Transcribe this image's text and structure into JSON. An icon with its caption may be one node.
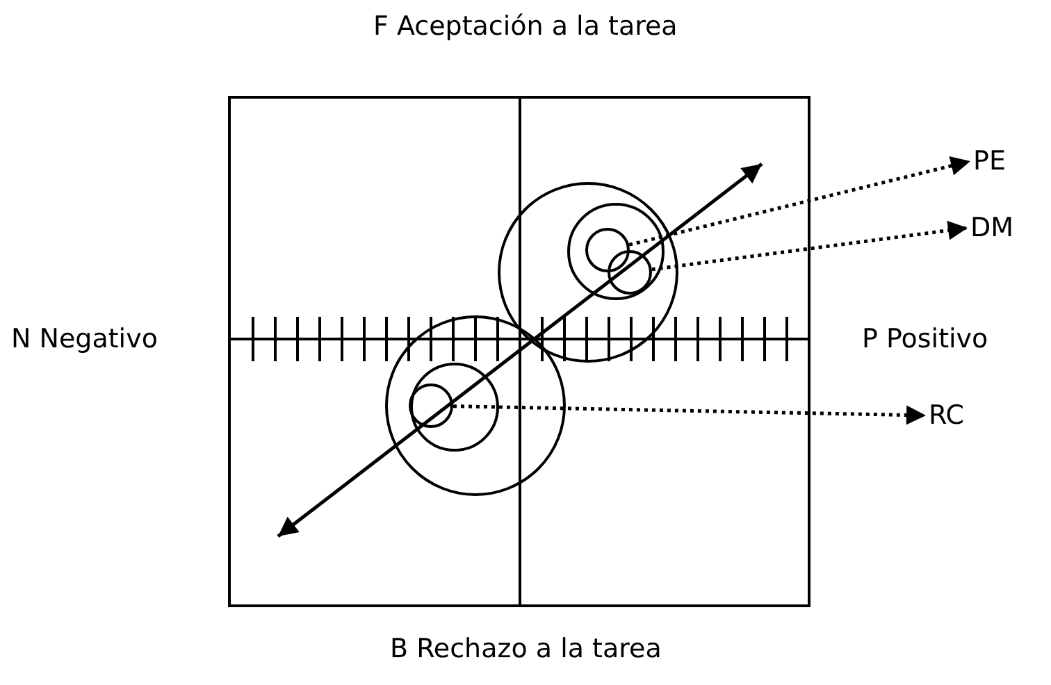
{
  "diagram": {
    "nodes": [
      {
        "text": [],
        "shape": "circle"
      },
      {
        "text": [],
        "shape": "circle",
        "in": 0
      },
      {
        "text": [],
        "shape": "circle",
        "in": 1
      },
      {
        "text": [],
        "shape": "circle",
        "in": 1
      },
      {
        "text": [
          "PE"
        ]
      },
      {
        "text": [
          "DM"
        ]
      },
      {
        "text": [],
        "shape": "circle"
      },
      {
        "text": [],
        "shape": "circle",
        "in": 6
      },
      {
        "text": [],
        "shape": "circle",
        "in": 7
      },
      {
        "text": [
          "RC"
        ]
      }
    ],
    "edges": [
      {
        "from": 2,
        "to": 4,
        "arrow": "to",
        "style": "dashed"
      },
      {
        "from": 3,
        "to": 5,
        "arrow": "to",
        "style": "dashed"
      },
      {
        "from": 8,
        "to": 9,
        "arrow": "to",
        "style": "dashed"
      }
    ],
    "labels": [
      "F Aceptación a la tarea",
      "N Negativo",
      "P Positivo",
      "B Rechazo a la tarea"
    ]
  }
}
